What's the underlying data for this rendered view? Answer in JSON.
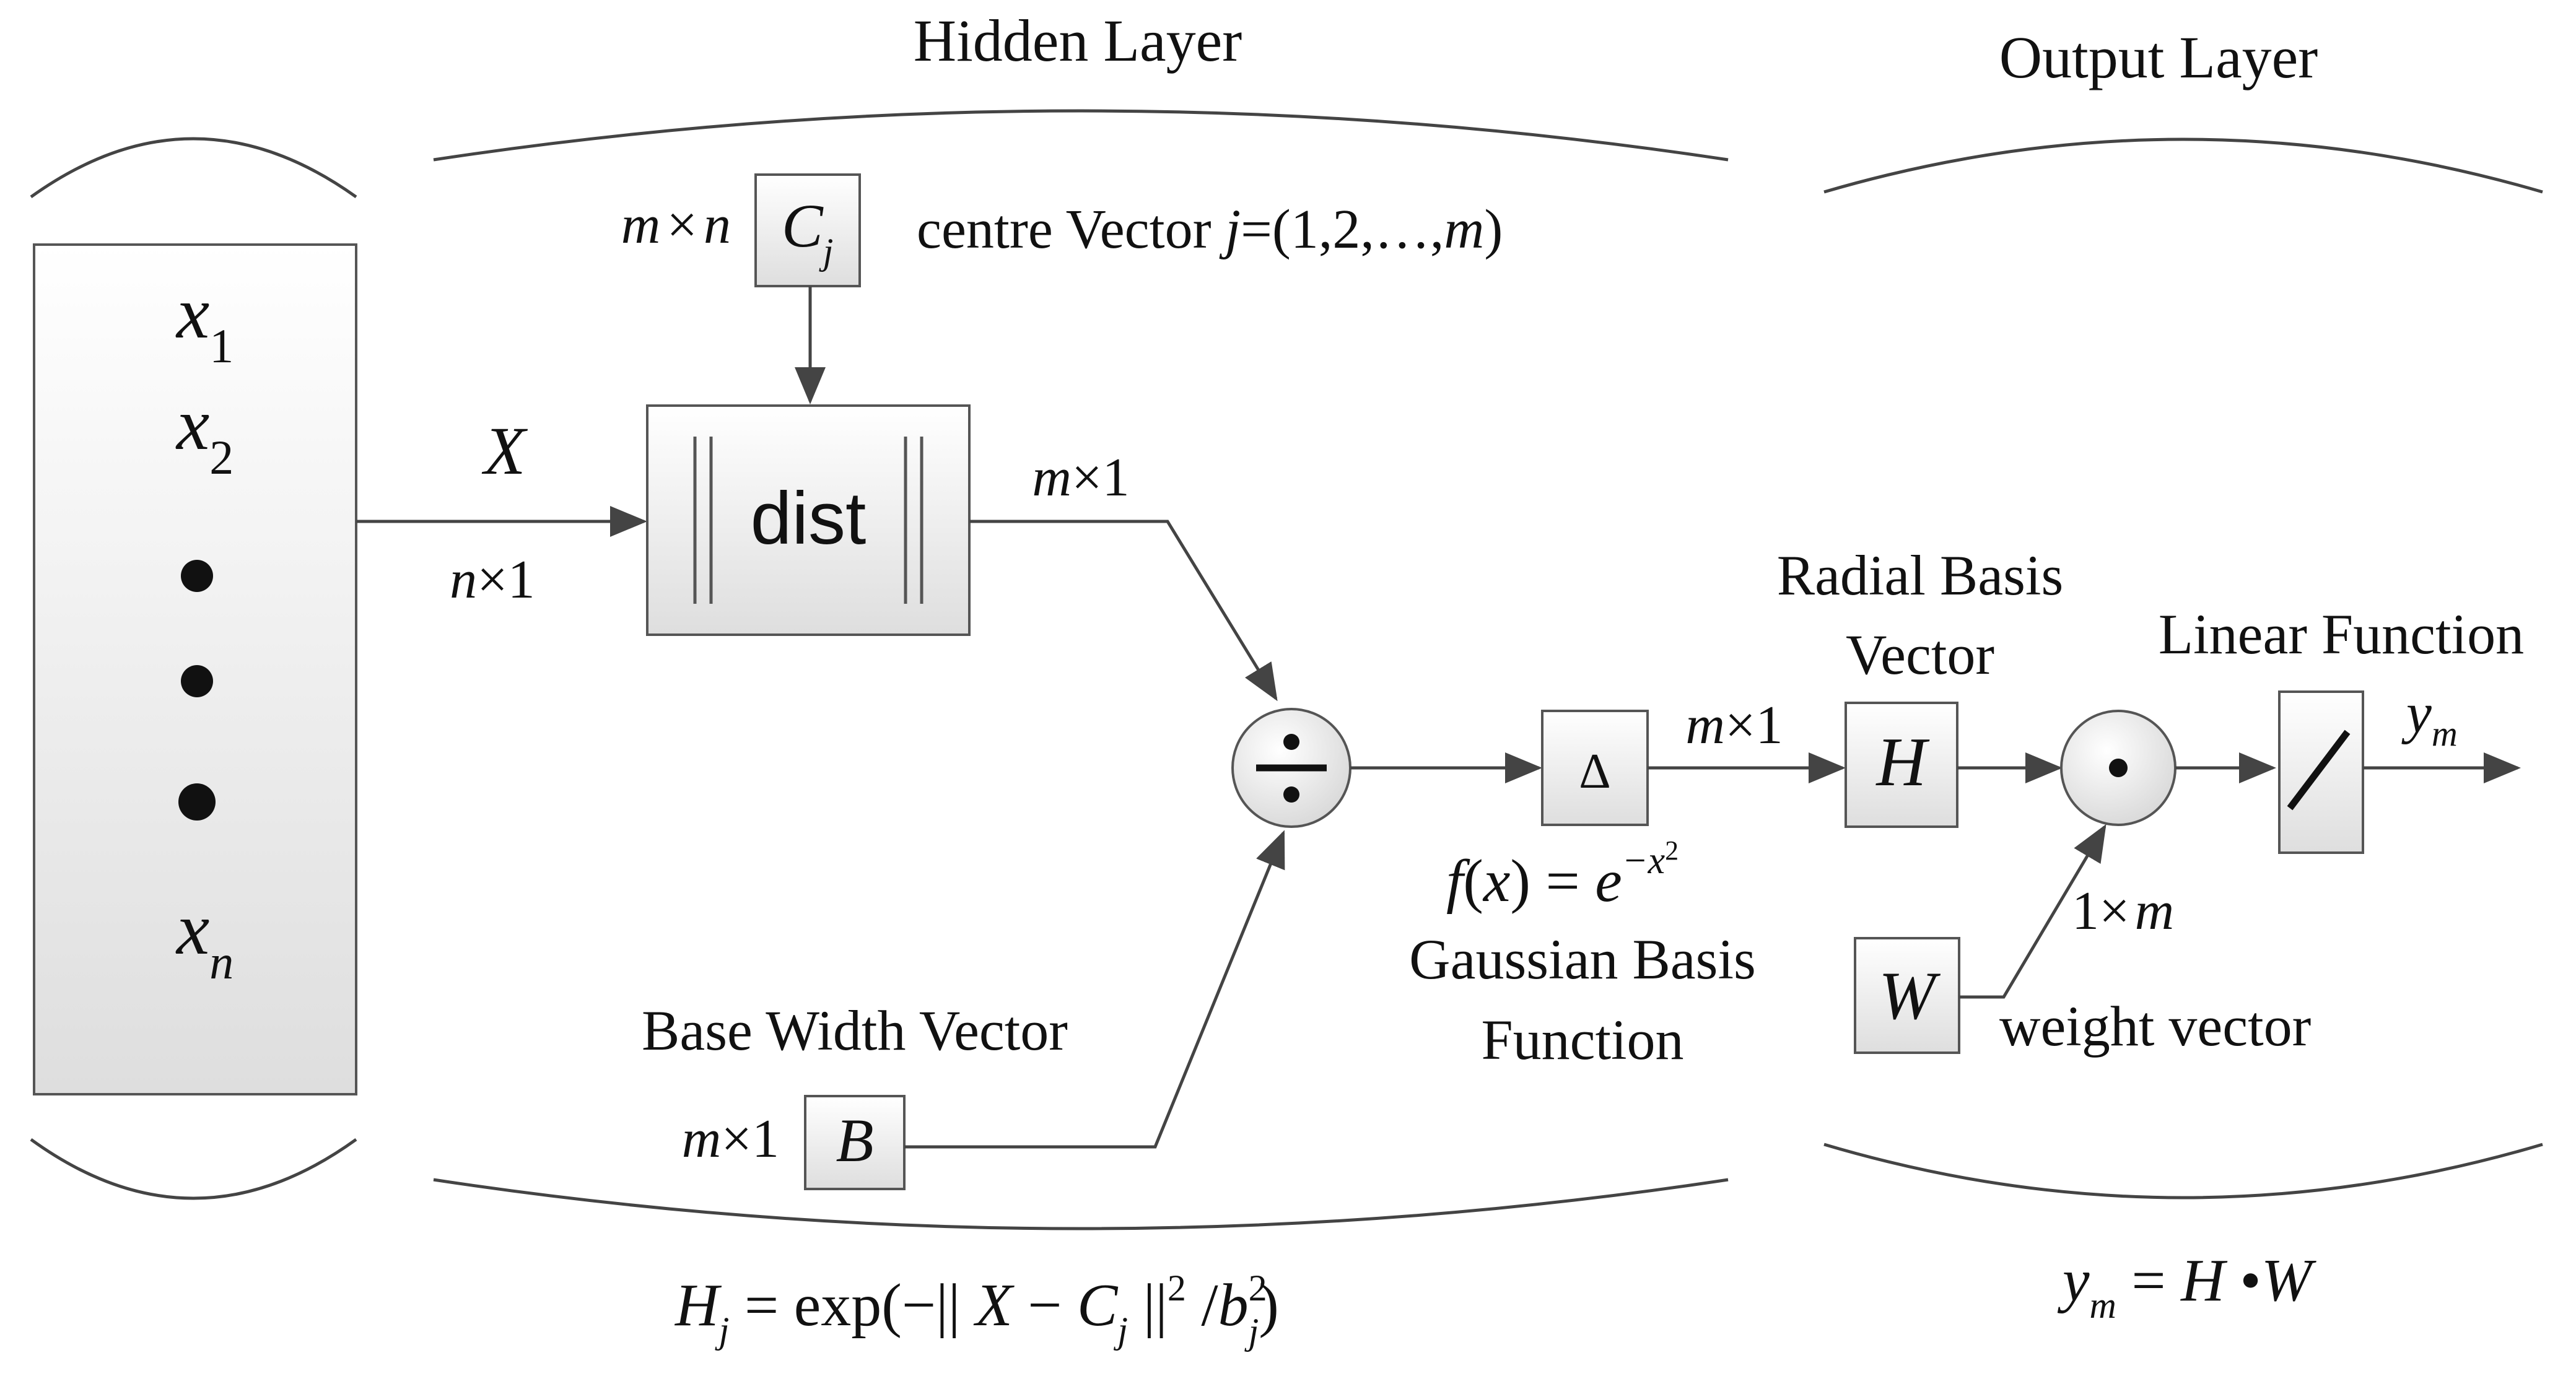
{
  "sections": {
    "hidden_layer": "Hidden Layer",
    "output_layer": "Output Layer"
  },
  "input_vector": {
    "x1": {
      "base": "x",
      "sub": "1"
    },
    "x2": {
      "base": "x",
      "sub": "2"
    },
    "xn": {
      "base": "x",
      "sub": "n"
    }
  },
  "center_vector": {
    "size_label": {
      "a": "m",
      "op": "×",
      "b": "n"
    },
    "symbol": {
      "base": "C",
      "sub": "j"
    },
    "description": {
      "prefix": "centre Vector ",
      "j": "j",
      "range_open": "=(1,2,…,",
      "m": "m",
      "range_close": ")"
    }
  },
  "input_signal": {
    "symbol": "X",
    "size_label": {
      "a": "n",
      "rest": "×1"
    }
  },
  "dist_block": {
    "label": "dist",
    "output_size": {
      "a": "m",
      "rest": "×1"
    }
  },
  "divide_block": {
    "symbol": "÷"
  },
  "base_width": {
    "title": "Base Width Vector",
    "size_label": {
      "a": "m",
      "rest": "×1"
    },
    "symbol": "B"
  },
  "gaussian_block": {
    "symbol": "Δ",
    "output_size": {
      "a": "m",
      "rest": "×1"
    },
    "formula": {
      "f": "f",
      "open": "(",
      "x": "x",
      "close": ") = ",
      "e": "e",
      "exp": "−x",
      "exp_sup": "2"
    },
    "caption_line1": "Gaussian Basis",
    "caption_line2": "Function"
  },
  "radial_basis": {
    "title_line1": "Radial Basis",
    "title_line2": "Vector",
    "symbol": "H"
  },
  "dot_product": {
    "symbol": "•"
  },
  "weight": {
    "symbol": "W",
    "size_label": {
      "rest": "1×",
      "b": "m"
    },
    "caption": "weight vector"
  },
  "linear_function": {
    "title": "Linear Function",
    "output": {
      "base": "y",
      "sub": "m"
    }
  },
  "equations": {
    "hidden": {
      "H": "H",
      "j1": "j",
      "part1": " = exp(−|| ",
      "X": "X",
      "minus": " − ",
      "C": "C",
      "j2": "j",
      "part2": " ||",
      "sq": "2",
      "part3": " /",
      "b": "b",
      "bsup": "2",
      "bsub": "j",
      "part4": ")"
    },
    "output": {
      "y": "y",
      "ysub": "m",
      "eq": " = ",
      "H": "H",
      "dot": " •",
      "W": "W"
    }
  },
  "colors": {
    "box_top": "#ffffff",
    "box_bottom": "#dedede",
    "line": "#444444",
    "text": "#111111"
  }
}
